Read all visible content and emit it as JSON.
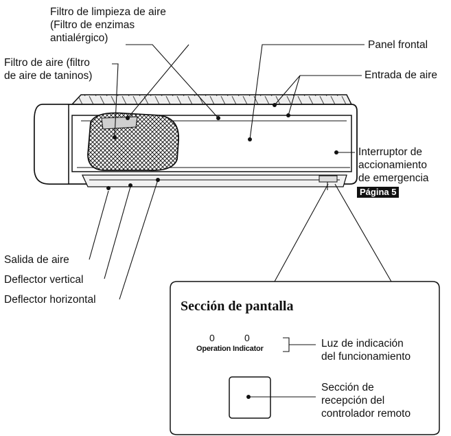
{
  "labels": {
    "air_cleaning_filter": "Filtro de limpieza de aire\n(Filtro de enzimas\nantialérgico)",
    "air_filter": "Filtro de aire (filtro\nde aire de taninos)",
    "front_panel": "Panel frontal",
    "air_inlet": "Entrada de aire",
    "emergency_switch": "Interruptor de\naccionamiento\nde emergencia",
    "page_ref": "Página 5",
    "air_outlet": "Salida de aire",
    "vertical_deflector": "Deflector vertical",
    "horizontal_deflector": "Deflector horizontal"
  },
  "display_section": {
    "title": "Sección de pantalla",
    "indicator_digits": [
      "0",
      "0"
    ],
    "indicator_caption": "Operation Indicator",
    "operation_light_label": "Luz de indicación\ndel funcionamiento",
    "remote_receiver_label": "Sección de\nrecepción del\ncontrolador remoto"
  }
}
